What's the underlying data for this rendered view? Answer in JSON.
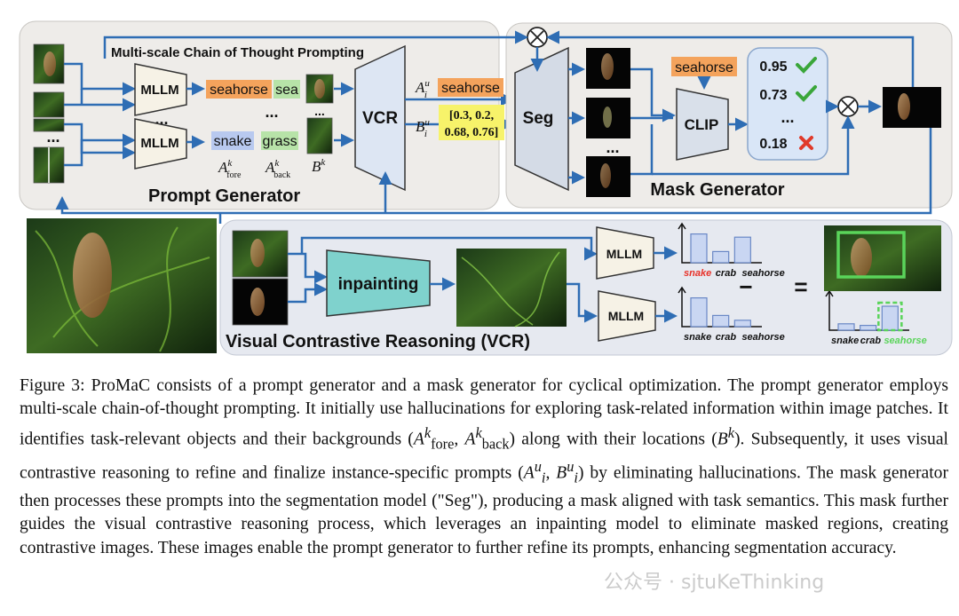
{
  "figure": {
    "prompt_generator": {
      "title": "Prompt Generator",
      "subtitle": "Multi-scale Chain of Thought Prompting",
      "mllm_label": "MLLM",
      "ellipsis": "...",
      "fore_terms": [
        "seahorse",
        "snake"
      ],
      "back_terms": [
        "sea",
        "grass"
      ],
      "sym_fore": "A",
      "sym_fore_sup": "k",
      "sym_fore_sub": "fore",
      "sym_back": "A",
      "sym_back_sup": "k",
      "sym_back_sub": "back",
      "sym_b": "B",
      "sym_b_sup": "k"
    },
    "vcr_label": "VCR",
    "instance_prompt": {
      "a_sym": "A",
      "a_sup": "u",
      "a_sub": "i",
      "a_value": "seahorse",
      "b_sym": "B",
      "b_sup": "u",
      "b_sub": "i",
      "b_value_line1": "[0.3, 0.2,",
      "b_value_line2": "0.68, 0.76]"
    },
    "mask_generator": {
      "title": "Mask Generator",
      "seg_label": "Seg",
      "clip_label": "CLIP",
      "clip_query": "seahorse",
      "scores": [
        "0.95",
        "0.73",
        "...",
        "0.18"
      ],
      "score_status": [
        "check",
        "check",
        "",
        "cross"
      ],
      "colors": {
        "check": "#3aa63a",
        "cross": "#e03a2a"
      }
    },
    "vcr_panel": {
      "title": "Visual Contrastive Reasoning (VCR)",
      "inpainting_label": "inpainting",
      "mllm_label": "MLLM",
      "minus": "−",
      "equals": "=",
      "categories": [
        "snake",
        "crab",
        "seahorse"
      ],
      "top_chart_values": [
        0.9,
        0.35,
        0.8
      ],
      "bottom_chart_values": [
        0.9,
        0.35,
        0.2
      ],
      "diff_chart_values": [
        0.2,
        0.15,
        0.75
      ],
      "colors": {
        "highlight_red": "#e8322a",
        "highlight_green": "#5ad45a",
        "bar": "#c9d6f2"
      }
    },
    "colors": {
      "arrow": "#2e6db4",
      "label_orange": "#f4a35c",
      "label_green": "#b7e3a8",
      "label_blue": "#b8c9ef",
      "label_yellow": "#f7f36a",
      "vcr_fill": "#dde6f3",
      "seg_fill": "#d4dbe6",
      "clip_fill": "#d9e0ea",
      "inpaint_fill": "#7fd2cd",
      "panel_fill": "#eeece9"
    }
  },
  "caption": {
    "parts": [
      "Figure 3: ProMaC consists of a prompt generator and a mask generator for cyclical optimization. The prompt generator employs multi-scale chain-of-thought prompting. It initially use hallucinations for exploring task-related information within image patches. It identifies task-relevant objects and their backgrounds (",
      "A",
      "k",
      "fore",
      ", ",
      "A",
      "k",
      "back",
      ") along with their locations (",
      "B",
      "k",
      "). Subsequently, it uses visual contrastive reasoning to refine and finalize instance-specific prompts (",
      "A",
      "u",
      "i",
      ", ",
      "B",
      "u",
      "i",
      ") by eliminating hallucinations. The mask generator then processes these prompts into the segmentation model (\"Seg\"), producing a mask aligned with task semantics. This mask further guides the visual contrastive reasoning process, which leverages an inpainting model to eliminate masked regions, creating contrastive images. These images enable the prompt generator to further refine its prompts, enhancing segmentation accuracy."
    ]
  },
  "watermark": "公众号 · sjtuKeThinking"
}
